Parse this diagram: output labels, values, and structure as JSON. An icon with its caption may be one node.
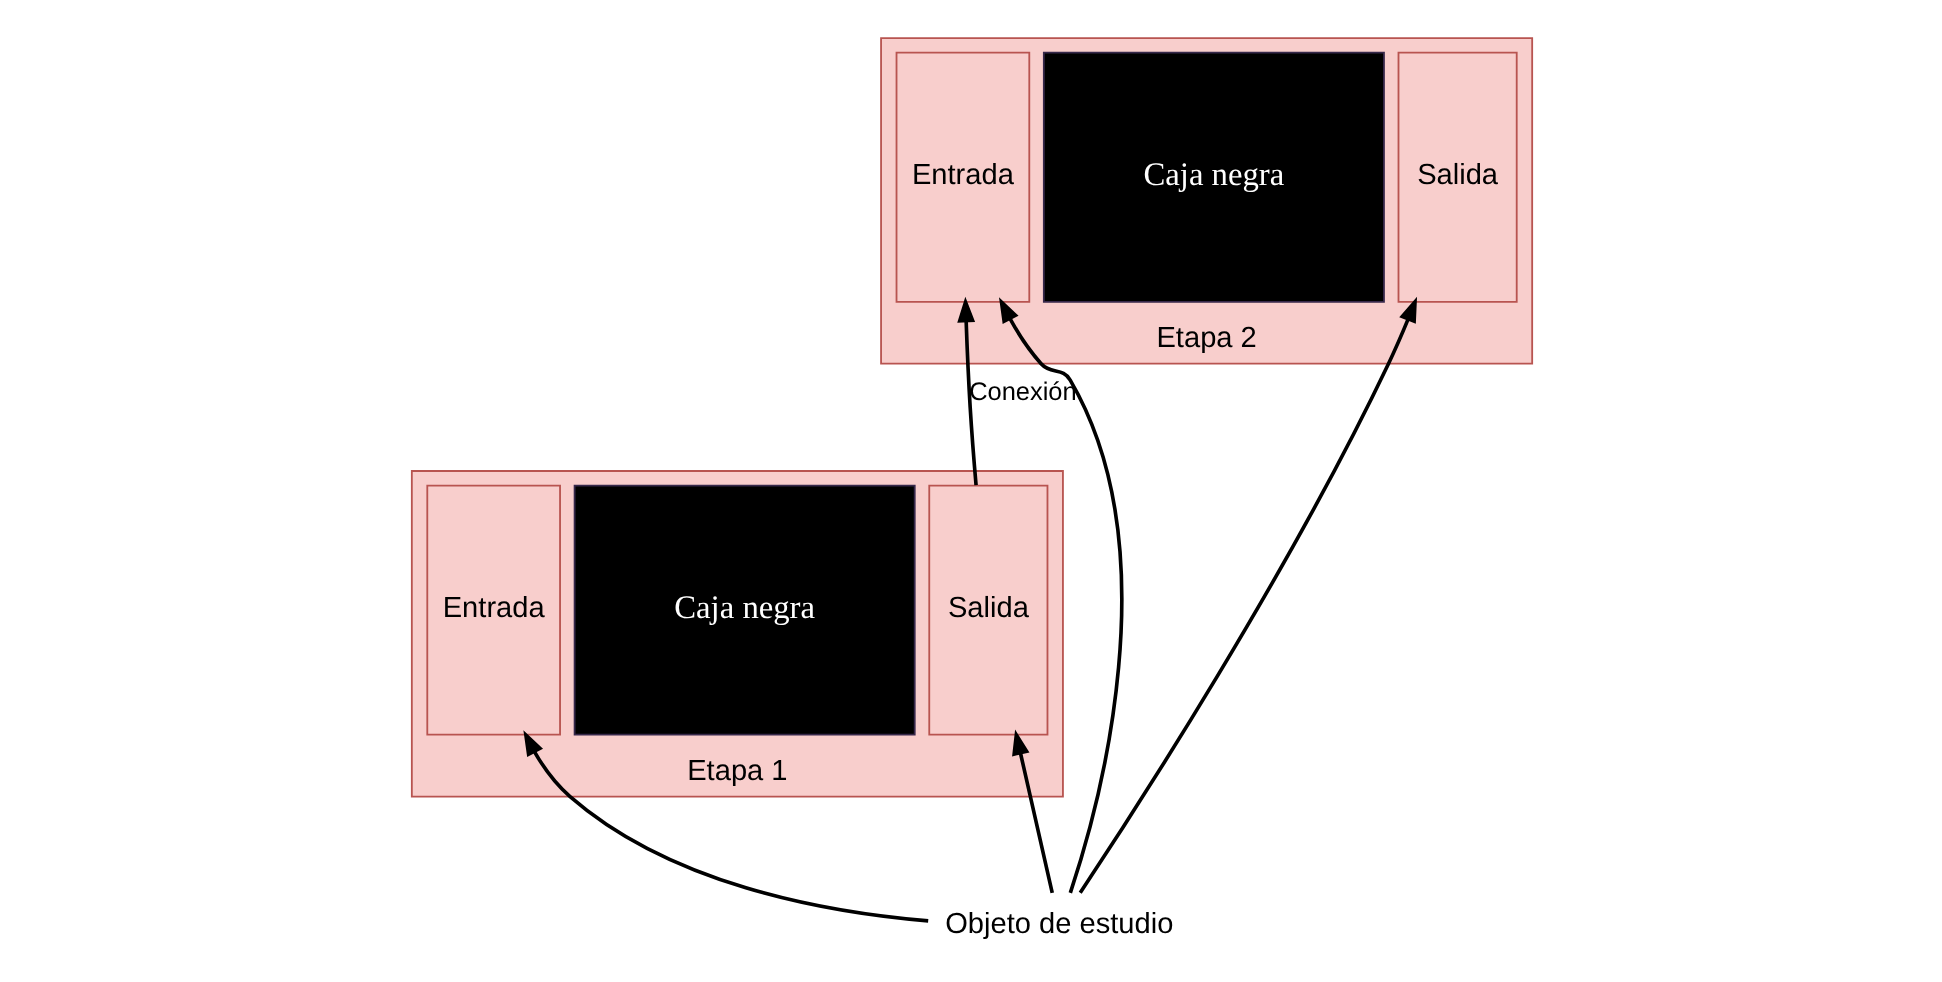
{
  "diagram": {
    "nodes": [
      {
        "text": [
          "Etapa 1"
        ]
      },
      {
        "text": [
          "Entrada"
        ],
        "in": 0
      },
      {
        "text": [
          "Caja negra"
        ],
        "in": 0
      },
      {
        "text": [
          "Salida"
        ],
        "in": 0
      },
      {
        "text": [
          "Etapa 2"
        ]
      },
      {
        "text": [
          "Entrada"
        ],
        "in": 4
      },
      {
        "text": [
          "Caja negra"
        ],
        "in": 4
      },
      {
        "text": [
          "Salida"
        ],
        "in": 4
      },
      {
        "text": [
          "Objeto de estudio"
        ]
      }
    ],
    "edges": [
      {
        "from": 3,
        "to": 5,
        "arrow": "to",
        "label": "Conexión"
      },
      {
        "from": 8,
        "to": 1,
        "arrow": "to"
      },
      {
        "from": 8,
        "to": 3,
        "arrow": "to"
      },
      {
        "from": 8,
        "to": 5,
        "arrow": "to"
      },
      {
        "from": 8,
        "to": 7,
        "arrow": "to"
      }
    ]
  }
}
